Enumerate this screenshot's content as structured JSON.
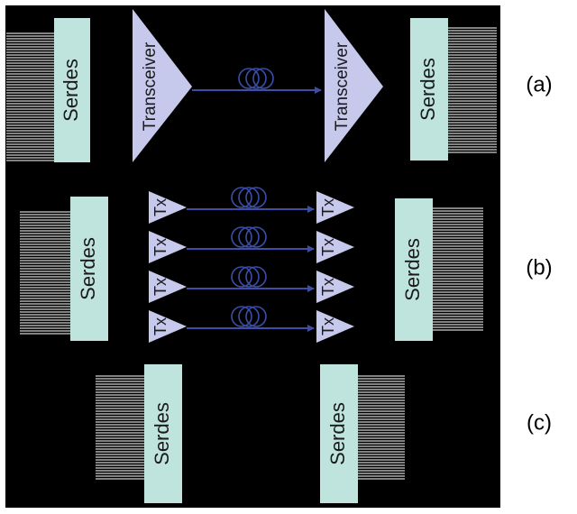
{
  "colors": {
    "background": "#000000",
    "page": "#ffffff",
    "serdes_fill": "#bfe3dd",
    "transceiver_fill": "#c7c9ec",
    "link": "#3b4eaa",
    "pins": "#cfcfcf",
    "text": "#1a1a1a",
    "panel_label": "#000000"
  },
  "panels": [
    {
      "label": "(a)",
      "serdes_label": "Serdes",
      "transceiver_label": "Transceiver",
      "links": 1
    },
    {
      "label": "(b)",
      "serdes_label": "Serdes",
      "channel_label": "Tx",
      "links": 4
    },
    {
      "label": "(c)",
      "serdes_label": "Serdes",
      "links": 0
    }
  ]
}
